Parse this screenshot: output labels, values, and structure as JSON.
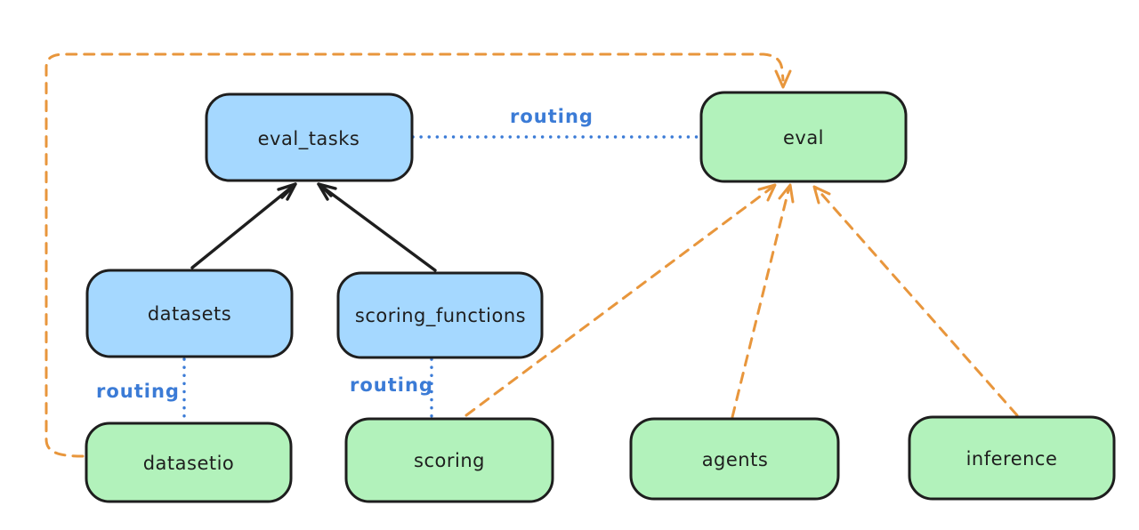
{
  "diagram": {
    "colors": {
      "canvas_bg": "#ffffff",
      "node_border": "#1e1e1e",
      "node_text": "#1e1e1e",
      "blue_fill": "#a5d8ff",
      "green_fill": "#b2f2bb",
      "black_edge": "#1e1e1e",
      "routing_blue": "#3b7bd6",
      "orange_edge": "#e8963c"
    },
    "nodes": [
      {
        "id": "eval_tasks",
        "label": "eval_tasks",
        "color": "blue"
      },
      {
        "id": "eval",
        "label": "eval",
        "color": "green"
      },
      {
        "id": "datasets",
        "label": "datasets",
        "color": "blue"
      },
      {
        "id": "scoring_functions",
        "label": "scoring_functions",
        "color": "blue"
      },
      {
        "id": "datasetio",
        "label": "datasetio",
        "color": "green"
      },
      {
        "id": "scoring",
        "label": "scoring",
        "color": "green"
      },
      {
        "id": "agents",
        "label": "agents",
        "color": "green"
      },
      {
        "id": "inference",
        "label": "inference",
        "color": "green"
      }
    ],
    "edges": [
      {
        "from": "datasets",
        "to": "eval_tasks",
        "style": "solid-black-arrow"
      },
      {
        "from": "scoring_functions",
        "to": "eval_tasks",
        "style": "solid-black-arrow"
      },
      {
        "from": "eval_tasks",
        "to": "eval",
        "style": "dotted-blue",
        "label": "routing"
      },
      {
        "from": "datasets",
        "to": "datasetio",
        "style": "dotted-blue",
        "label": "routing"
      },
      {
        "from": "scoring_functions",
        "to": "scoring",
        "style": "dotted-blue",
        "label": "routing"
      },
      {
        "from": "datasetio",
        "to": "eval",
        "style": "dashed-orange-arrow"
      },
      {
        "from": "scoring",
        "to": "eval",
        "style": "dashed-orange-arrow"
      },
      {
        "from": "agents",
        "to": "eval",
        "style": "dashed-orange-arrow"
      },
      {
        "from": "inference",
        "to": "eval",
        "style": "dashed-orange-arrow"
      }
    ]
  }
}
